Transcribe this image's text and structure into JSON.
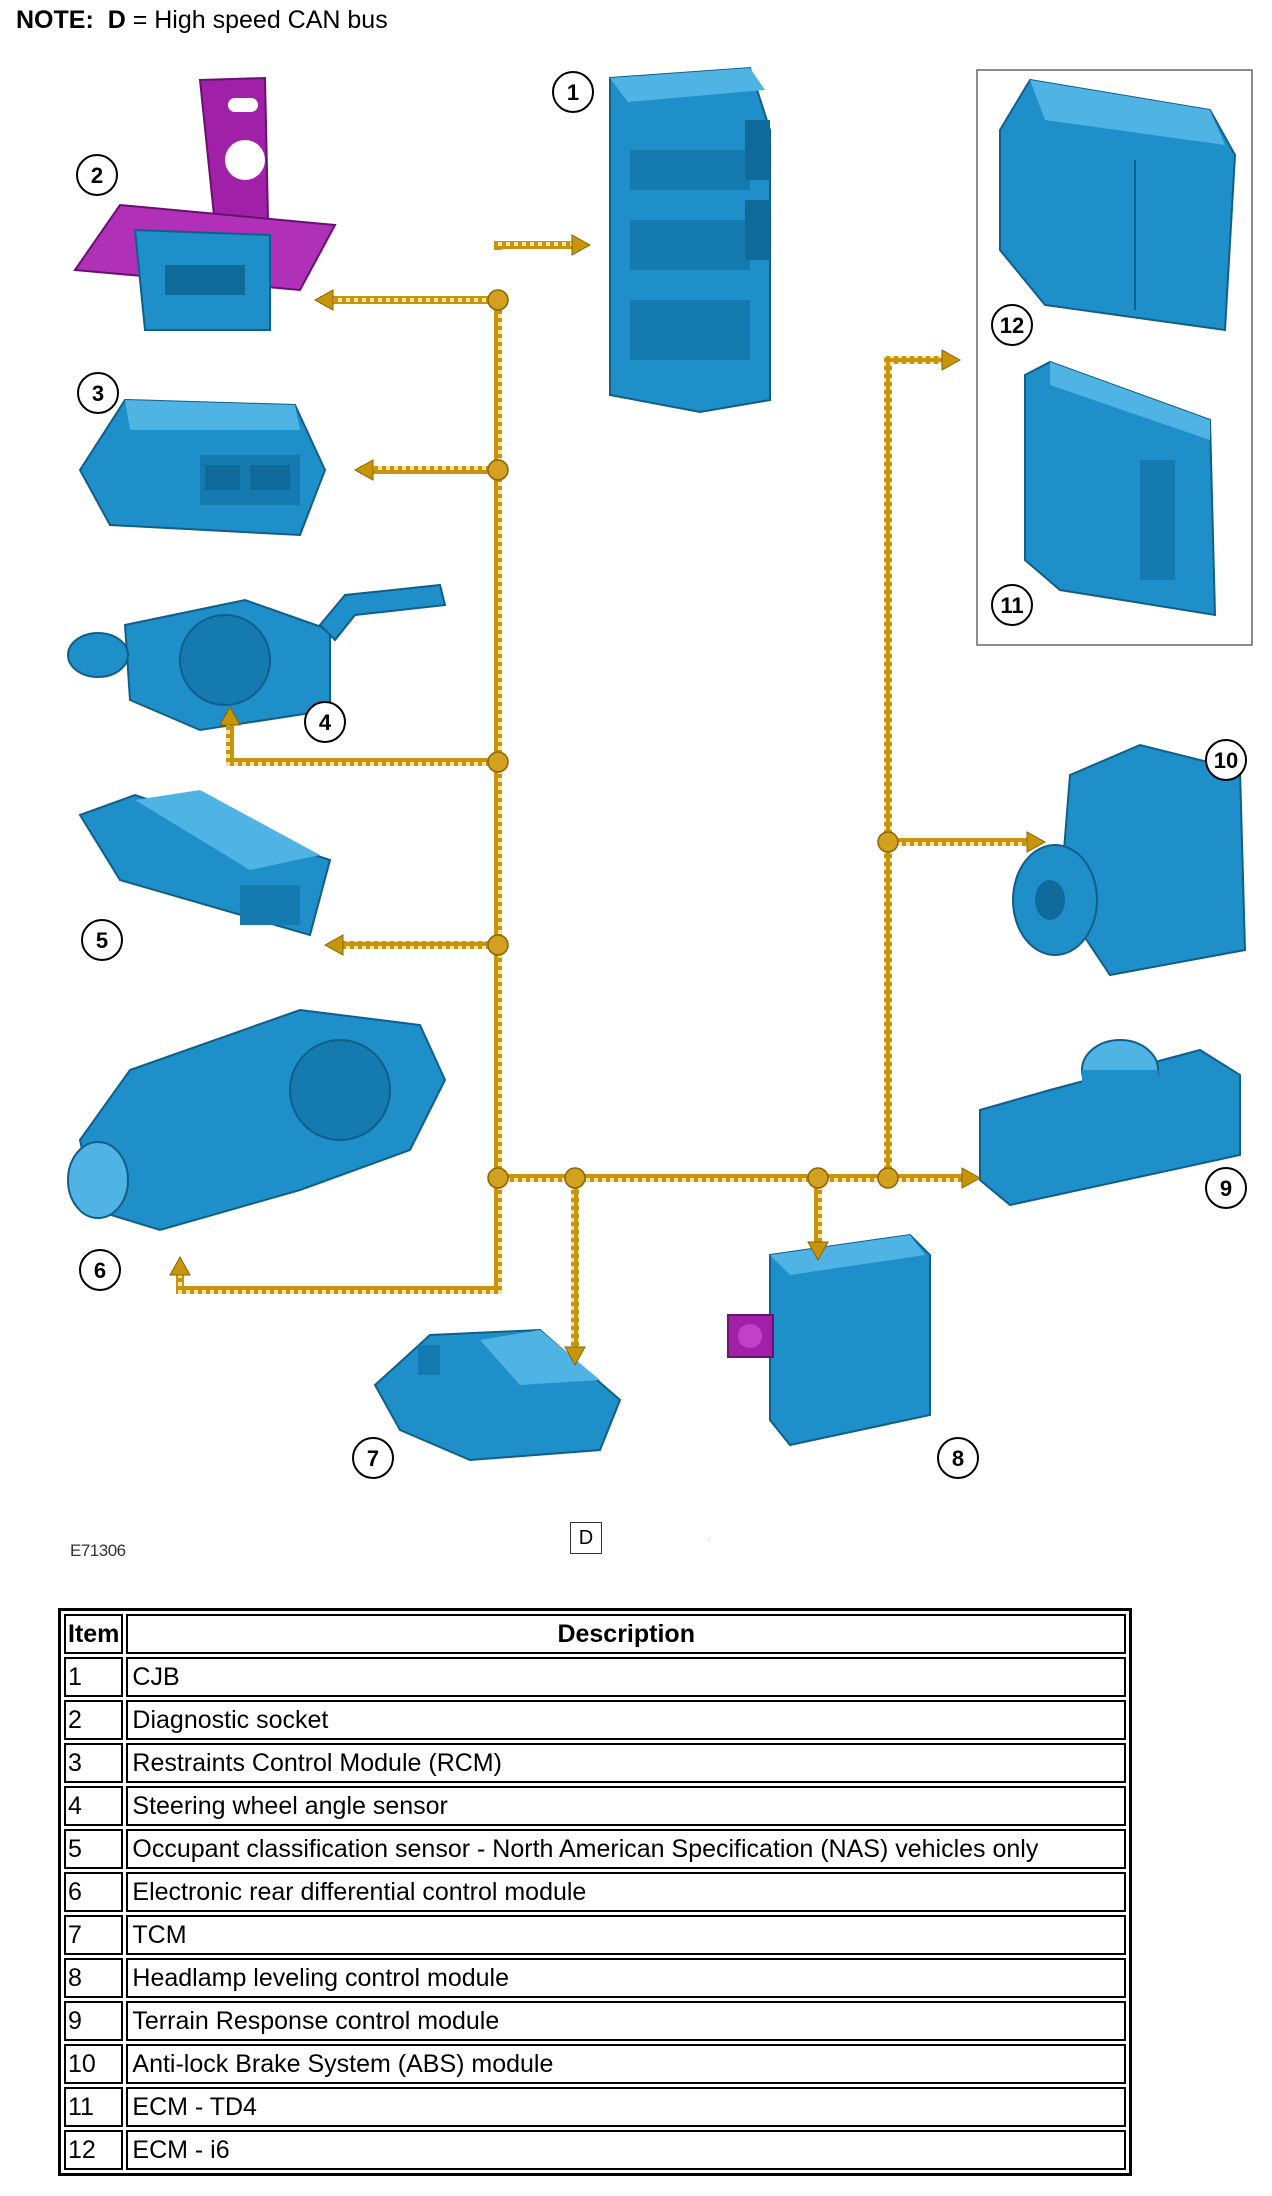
{
  "note": {
    "label": "NOTE:",
    "key": "D",
    "text": "= High speed CAN bus"
  },
  "figure_id": "E71306",
  "legend": {
    "label": "D"
  },
  "callouts": [
    "1",
    "2",
    "3",
    "4",
    "5",
    "6",
    "7",
    "8",
    "9",
    "10",
    "11",
    "12"
  ],
  "table": {
    "headers": [
      "Item",
      "Description"
    ],
    "rows": [
      [
        "1",
        "CJB"
      ],
      [
        "2",
        "Diagnostic socket"
      ],
      [
        "3",
        "Restraints Control Module (RCM)"
      ],
      [
        "4",
        "Steering wheel angle sensor"
      ],
      [
        "5",
        "Occupant classification sensor - North American Specification (NAS) vehicles only"
      ],
      [
        "6",
        "Electronic rear differential control module"
      ],
      [
        "7",
        "TCM"
      ],
      [
        "8",
        "Headlamp leveling control module"
      ],
      [
        "9",
        "Terrain Response control module"
      ],
      [
        "10",
        "Anti-lock Brake System (ABS) module"
      ],
      [
        "11",
        "ECM - TD4"
      ],
      [
        "12",
        "ECM - i6"
      ]
    ]
  },
  "colors": {
    "module": "#1e8fc8",
    "module_dark": "#0f6a9a",
    "bracket": "#a020a8",
    "bus": "#c8940a",
    "bus_dot": "#d4a020"
  }
}
